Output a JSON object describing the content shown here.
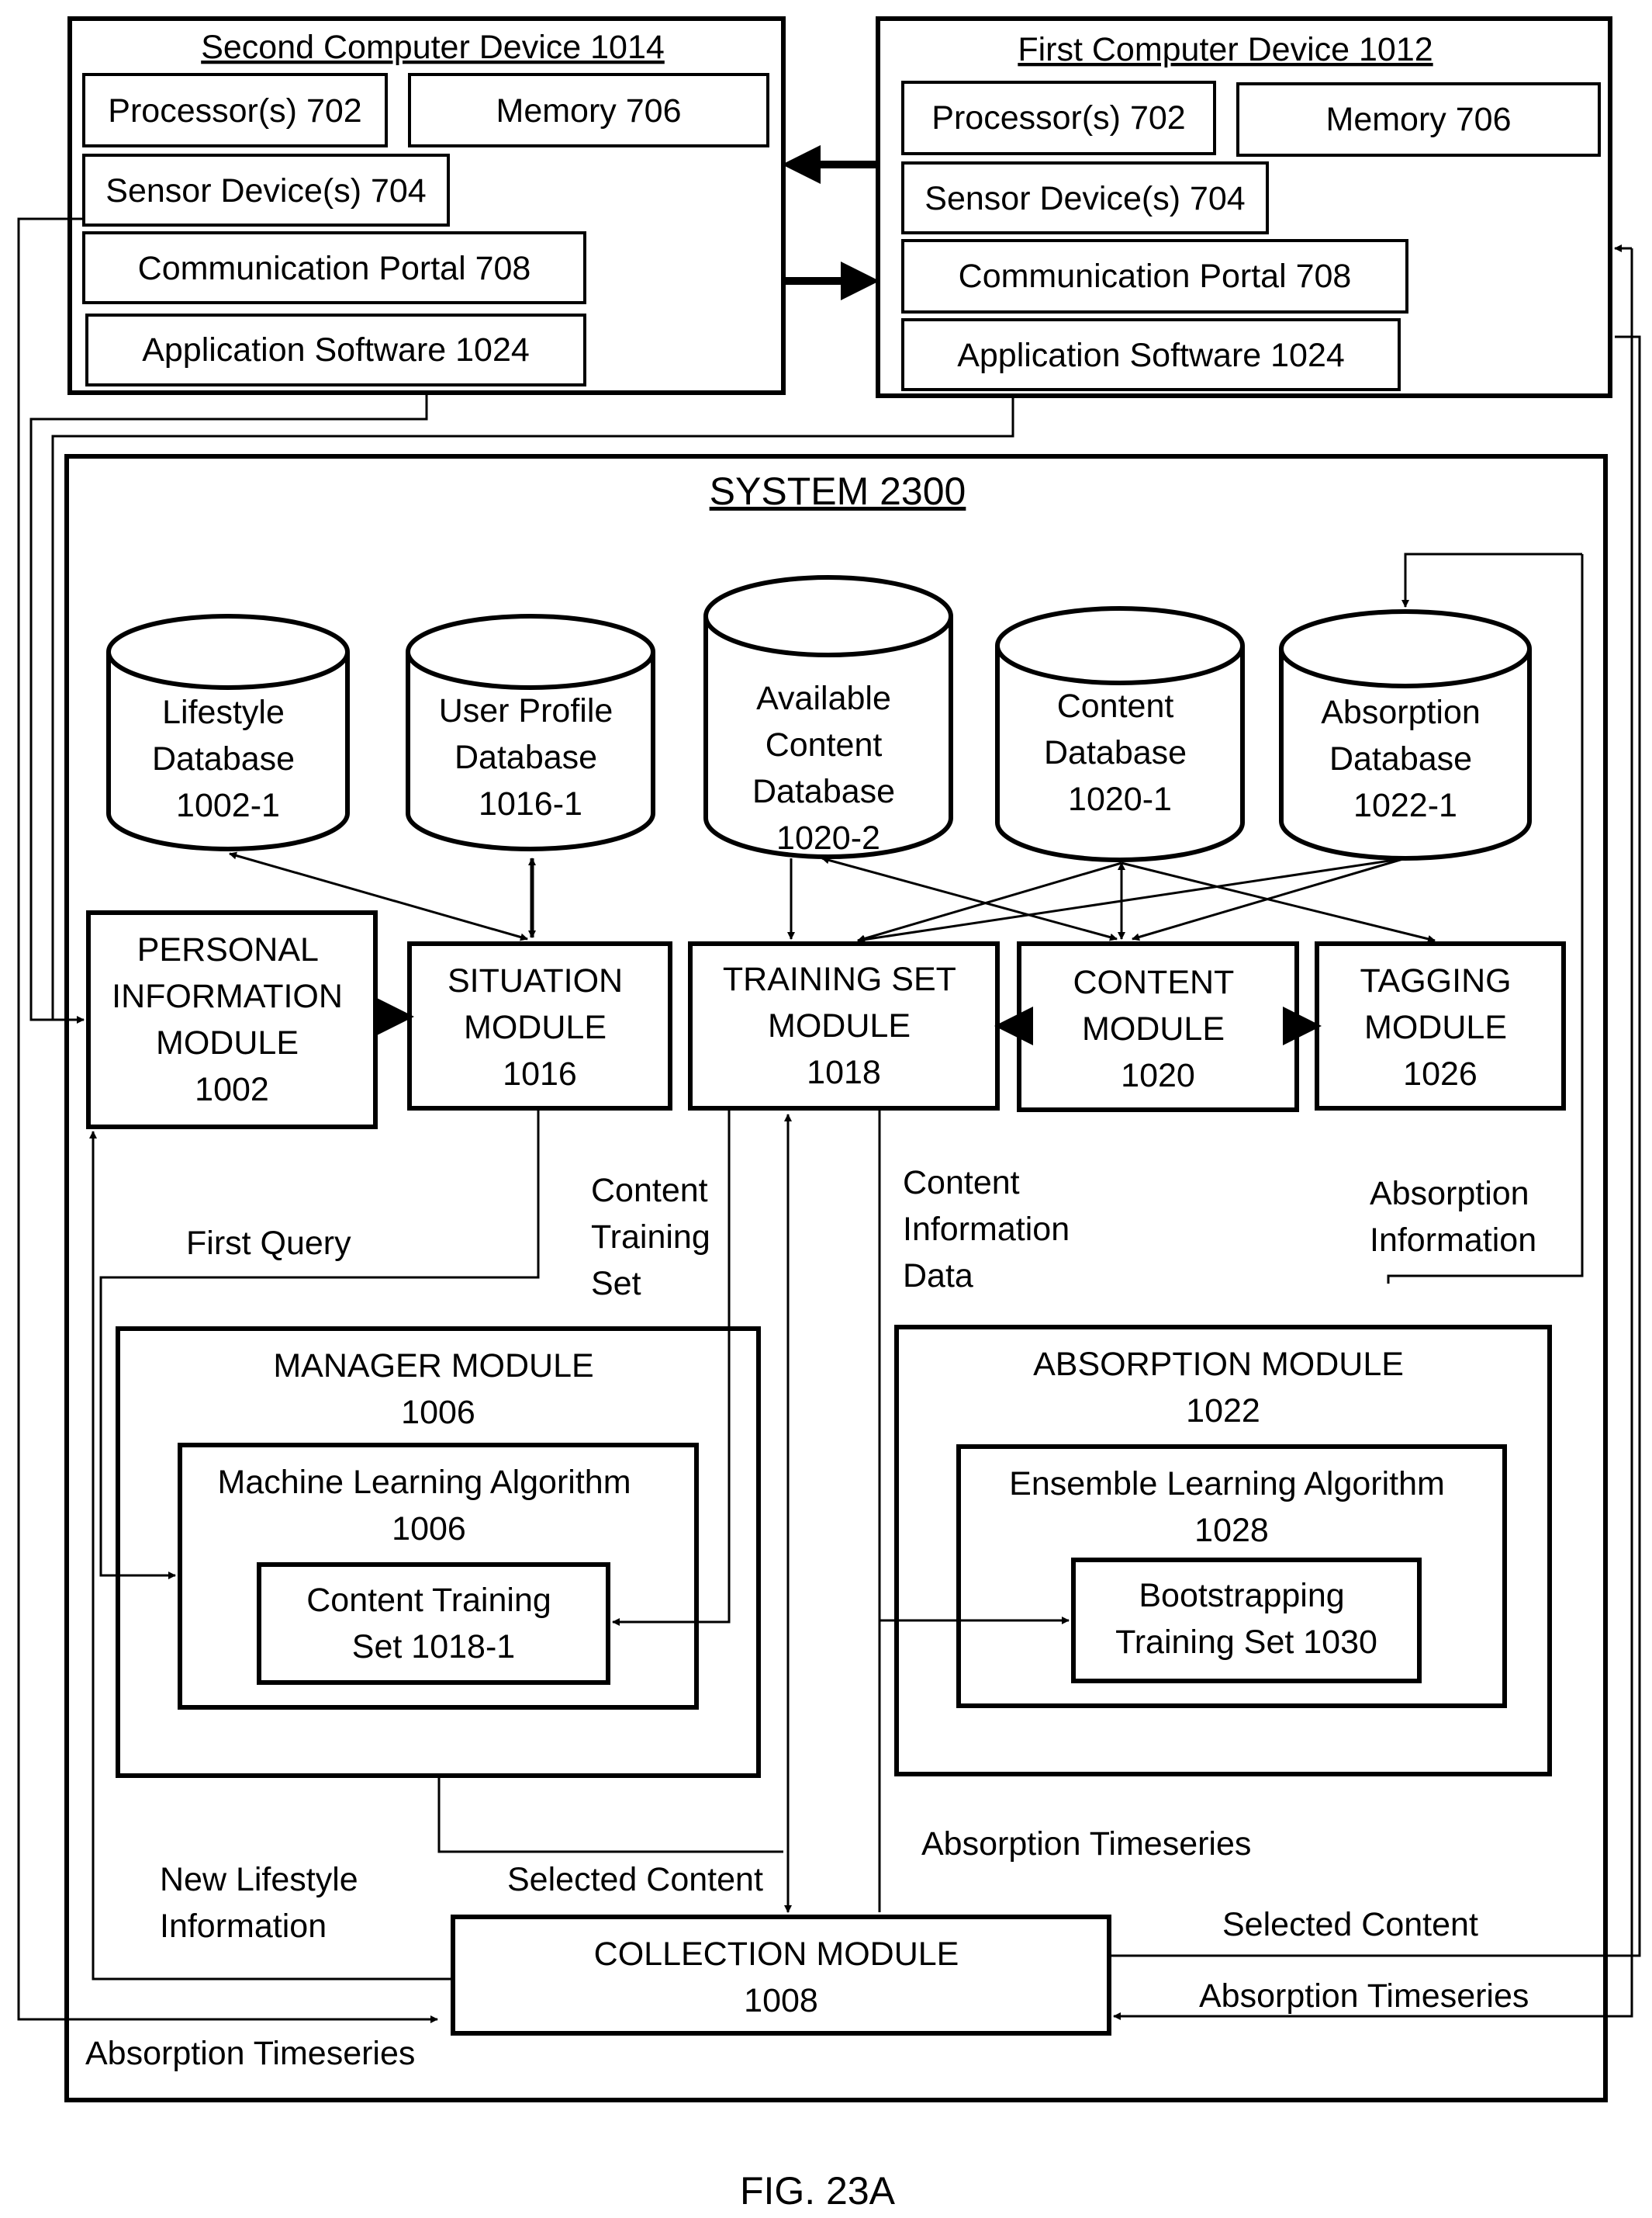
{
  "devices": {
    "second": {
      "title": "Second Computer Device 1014",
      "processor": "Processor(s) 702",
      "memory": "Memory 706",
      "sensor": "Sensor Device(s) 704",
      "comm": "Communication Portal 708",
      "app": "Application Software 1024"
    },
    "first": {
      "title": "First Computer Device 1012",
      "processor": "Processor(s) 702",
      "memory": "Memory 706",
      "sensor": "Sensor Device(s) 704",
      "comm": "Communication Portal 708",
      "app": "Application Software 1024"
    }
  },
  "system": {
    "title": "SYSTEM 2300"
  },
  "databases": {
    "lifestyle": [
      "Lifestyle",
      "Database",
      "1002-1"
    ],
    "user_profile": [
      "User Profile",
      "Database",
      "1016-1"
    ],
    "available_content": [
      "Available",
      "Content",
      "Database",
      "1020-2"
    ],
    "content": [
      "Content",
      "Database",
      "1020-1"
    ],
    "absorption": [
      "Absorption",
      "Database",
      "1022-1"
    ]
  },
  "modules": {
    "personal_information": [
      "PERSONAL",
      "INFORMATION",
      "MODULE",
      "1002"
    ],
    "situation": [
      "SITUATION",
      "MODULE",
      "1016"
    ],
    "training_set": [
      "TRAINING SET",
      "MODULE",
      "1018"
    ],
    "content": [
      "CONTENT",
      "MODULE",
      "1020"
    ],
    "tagging": [
      "TAGGING",
      "MODULE",
      "1026"
    ],
    "manager": [
      "MANAGER MODULE",
      "1006"
    ],
    "machine_learning": [
      "Machine Learning Algorithm",
      "1006"
    ],
    "content_training_set": [
      "Content Training",
      "Set 1018-1"
    ],
    "absorption": [
      "ABSORPTION MODULE",
      "1022"
    ],
    "ensemble": [
      "Ensemble Learning Algorithm",
      "1028"
    ],
    "bootstrapping": [
      "Bootstrapping",
      "Training Set 1030"
    ],
    "collection": [
      "COLLECTION MODULE",
      "1008"
    ]
  },
  "flow_labels": {
    "first_query": "First Query",
    "content_training_set": [
      "Content",
      "Training",
      "Set"
    ],
    "content_information_data": [
      "Content",
      "Information",
      "Data"
    ],
    "absorption_information": [
      "Absorption",
      "Information"
    ],
    "absorption_timeseries_mid": "Absorption Timeseries",
    "new_lifestyle_information": [
      "New Lifestyle",
      "Information"
    ],
    "selected_content_mid": "Selected Content",
    "selected_content_right": "Selected Content",
    "absorption_timeseries_right": "Absorption Timeseries",
    "absorption_timeseries_left": "Absorption Timeseries"
  },
  "figure_label": "FIG. 23A"
}
